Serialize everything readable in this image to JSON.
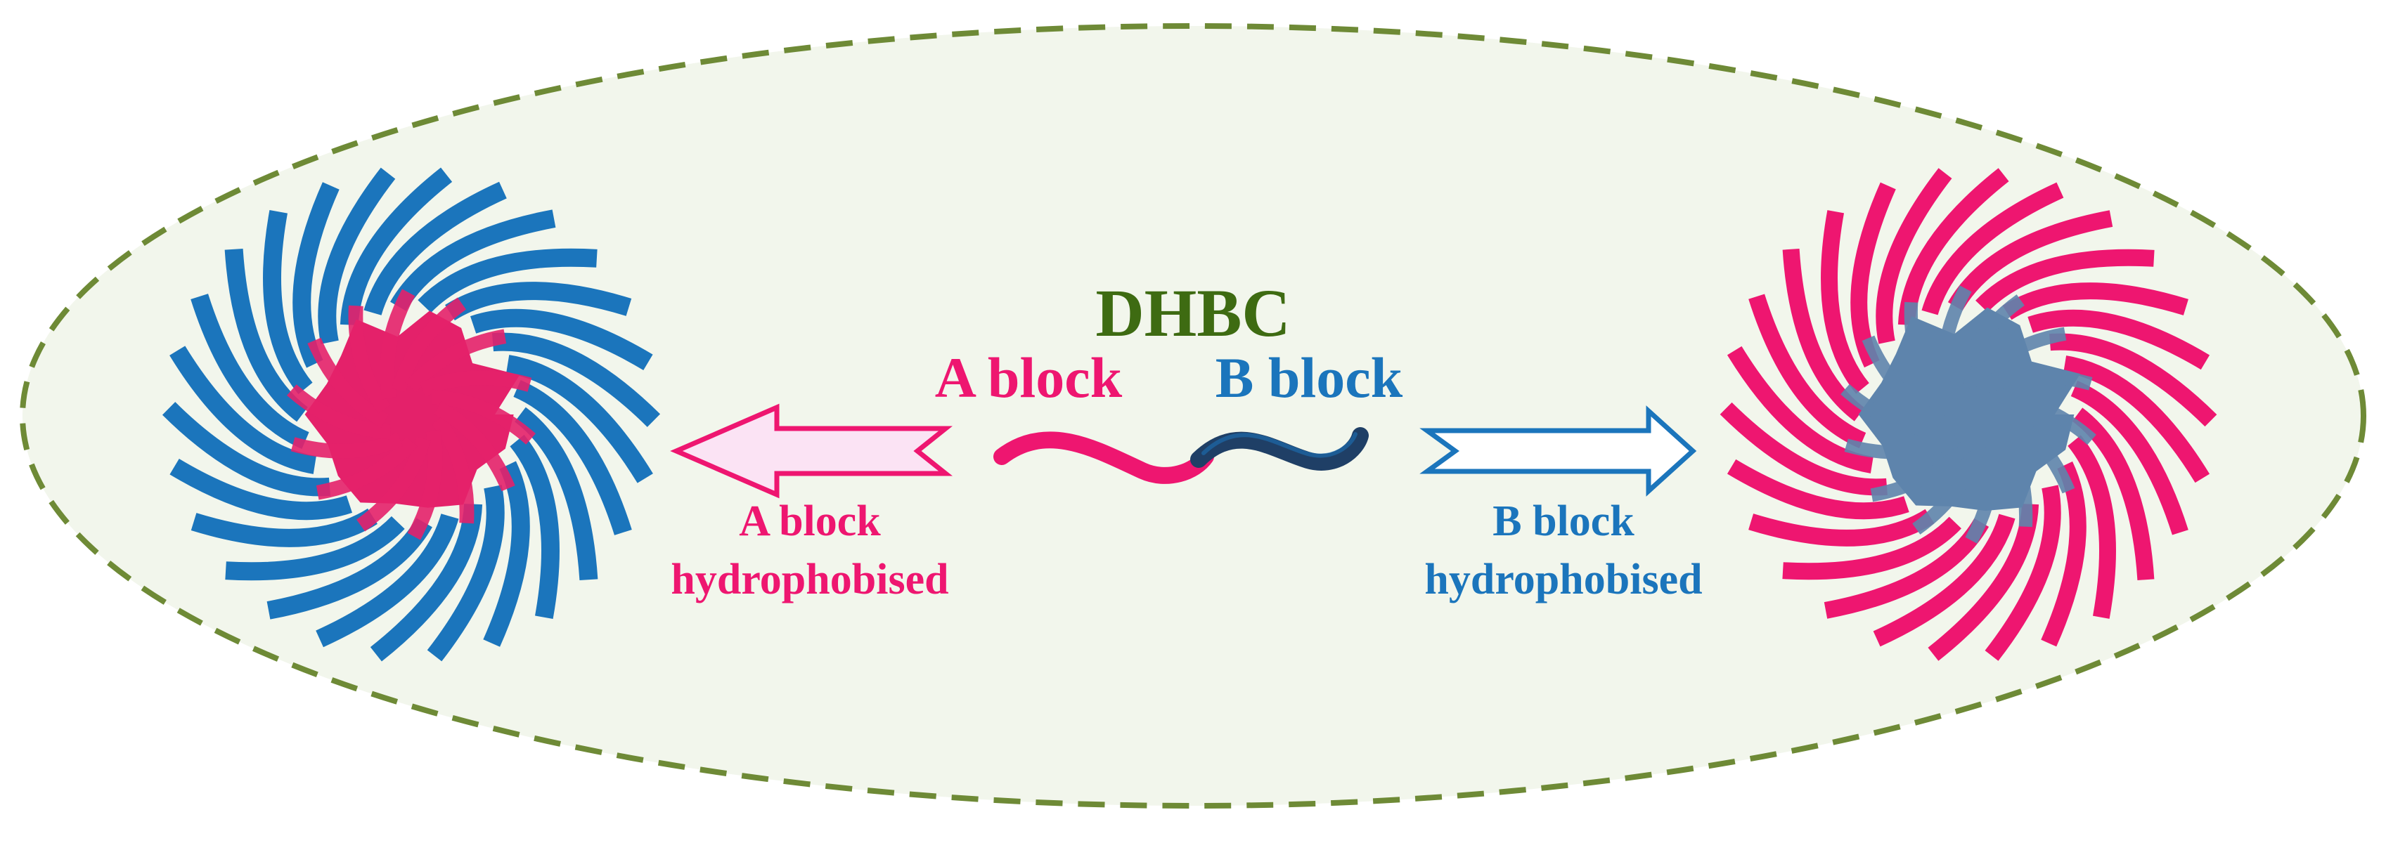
{
  "diagram": {
    "title": "DHBC",
    "center_labels": {
      "a_block": "A block",
      "b_block": "B block"
    },
    "left_caption": {
      "line1": "A block",
      "line2": "hydrophobised"
    },
    "right_caption": {
      "line1": "B block",
      "line2": "hydrophobised"
    }
  },
  "colors": {
    "a_block": "#EE1670",
    "b_block": "#1B75BC",
    "title": "#3E6B12",
    "ellipse_fill": "#F2F6EC",
    "ellipse_stroke": "#6E8A36",
    "left_arrow_fill": "#FBE3F4",
    "right_arrow_fill": "#FFFFFF",
    "a_core": "#E4216A",
    "b_core": "#5E84AC",
    "b_strand_dark": "#1F3F66"
  },
  "micelles": {
    "left": {
      "core": "a_block",
      "corona": "b_block"
    },
    "right": {
      "core": "b_block",
      "corona": "a_block"
    }
  }
}
